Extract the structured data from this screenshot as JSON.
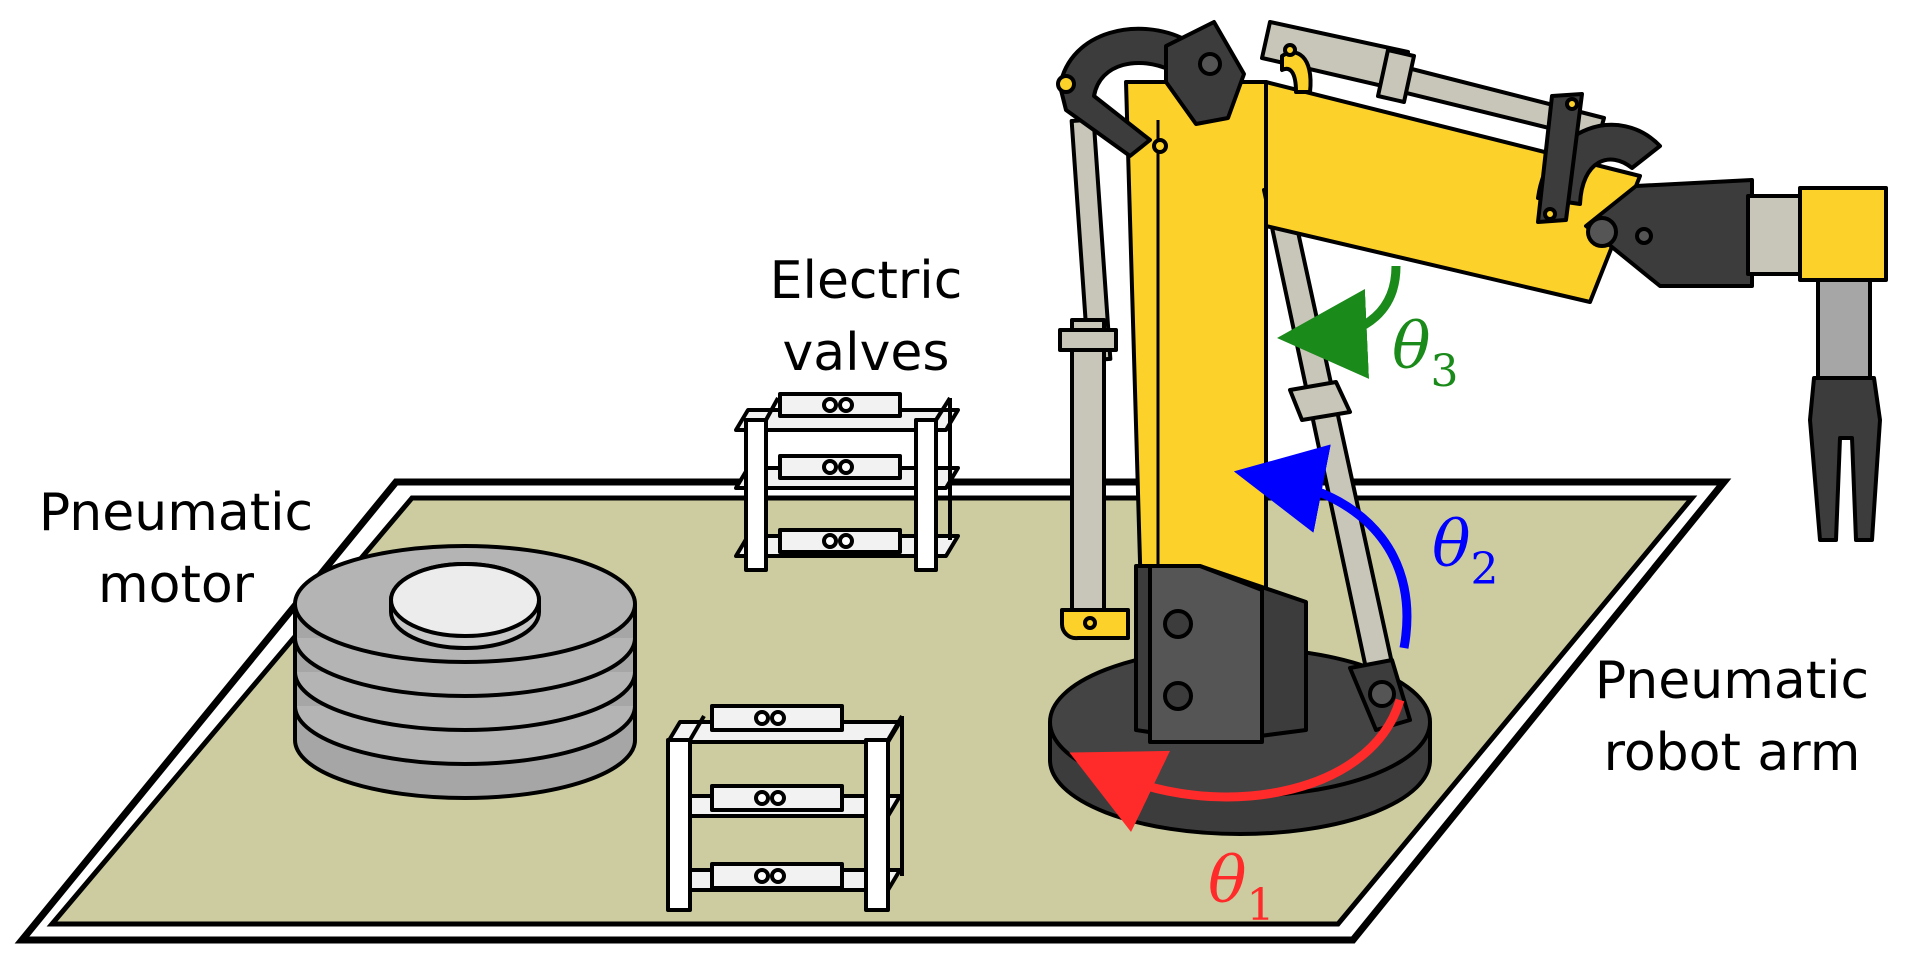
{
  "labels": {
    "electric_valves_line1": "Electric",
    "electric_valves_line2": "valves",
    "pneumatic_motor_line1": "Pneumatic",
    "pneumatic_motor_line2": "motor",
    "robot_arm_line1": "Pneumatic",
    "robot_arm_line2": "robot arm"
  },
  "angles": {
    "theta1": {
      "symbol": "θ",
      "index": "1",
      "color": "#ff2a2a"
    },
    "theta2": {
      "symbol": "θ",
      "index": "2",
      "color": "#0000ff"
    },
    "theta3": {
      "symbol": "θ",
      "index": "3",
      "color": "#1a8a1a"
    }
  },
  "colors": {
    "platform": "#cccca0",
    "arm_yellow": "#fcd12a",
    "dark_gray": "#3c3c3c",
    "piston_gray": "#c8c6b8",
    "motor_gray": "#a6a6a6"
  }
}
